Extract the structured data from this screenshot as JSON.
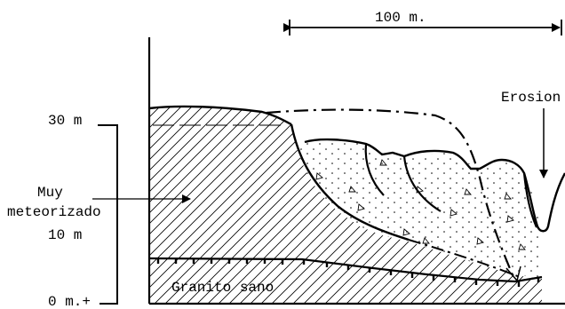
{
  "diagram": {
    "scale_label": "100  m.",
    "depth_labels": {
      "top": "30  m",
      "middle": "10  m",
      "bottom": "0  m.+"
    },
    "zone_label_line1": "Muy",
    "zone_label_line2": "meteorizado",
    "bedrock_label": "Granito sano",
    "erosion_label": "Erosion"
  }
}
